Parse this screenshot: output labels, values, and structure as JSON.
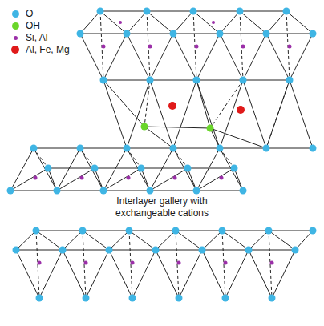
{
  "diagram": {
    "labels": [
      "Interlayer gallery with exchangeable cations"
    ],
    "legend": [
      {
        "text": "O",
        "color": "#3fb5e4"
      },
      {
        "text": "OH",
        "color": "#6ad62a"
      },
      {
        "text": "Si, Al",
        "color": "#9b2fa8"
      },
      {
        "text": "Al, Fe, Mg",
        "color": "#e01a1a"
      }
    ]
  }
}
